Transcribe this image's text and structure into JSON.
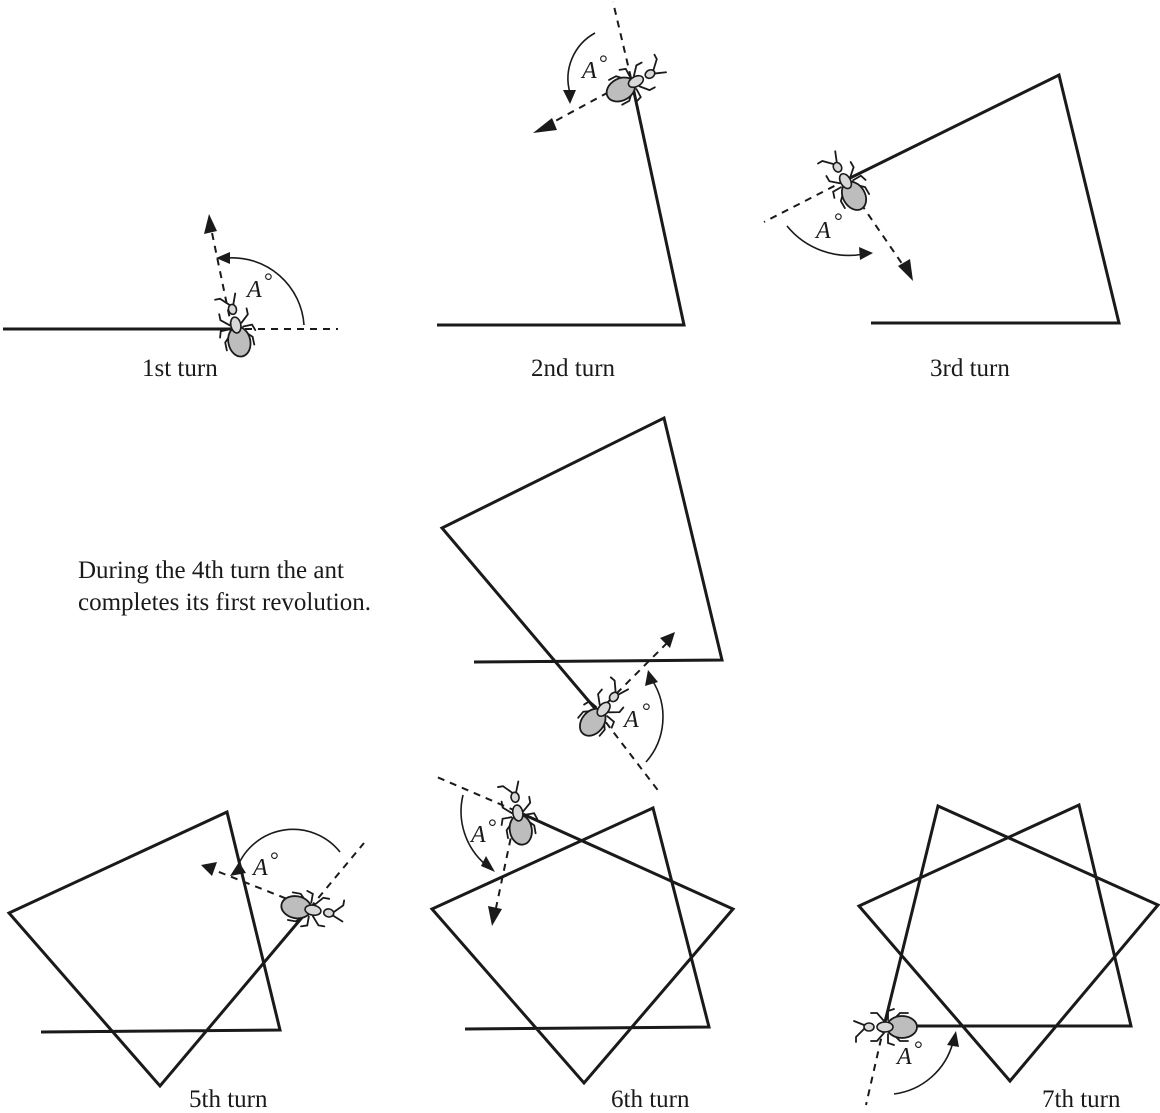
{
  "captions": {
    "turn1": "1st turn",
    "turn2": "2nd turn",
    "turn3": "3rd turn",
    "turn5": "5th turn",
    "turn6": "6th turn",
    "turn7": "7th turn"
  },
  "note": {
    "line1": "During the 4th turn the ant",
    "line2": "completes its first revolution."
  },
  "angle_label": "A",
  "degree_symbol": "°",
  "colors": {
    "ink": "#1a1a1a",
    "ant_fill": "#d8d8d8"
  }
}
